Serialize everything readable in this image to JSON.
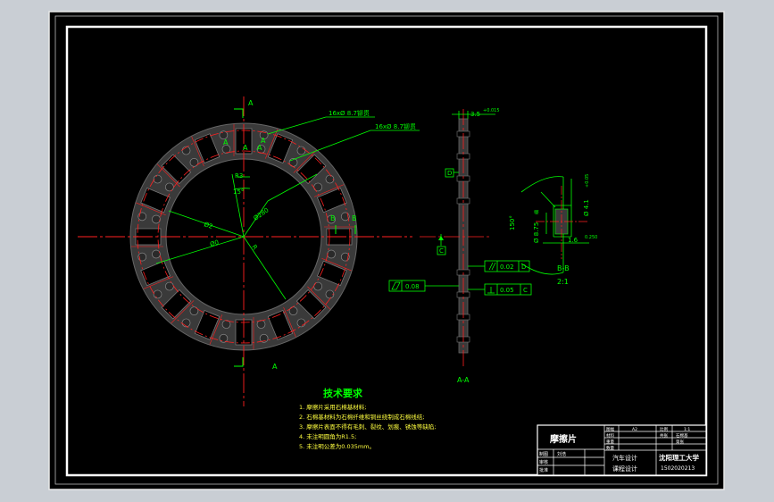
{
  "drawing": {
    "colors": {
      "viewport_bg": "#c9ced4",
      "sheet": "#000000",
      "border": "#ffffff",
      "part_fill": "#3a3a3a",
      "center_line": "#ff2020",
      "dimension": "#00ff00",
      "annotation": "#ffff40"
    },
    "section_marks": {
      "a_top": "A",
      "a_bottom": "A",
      "b_left": "B",
      "b_right": "B"
    },
    "hole_labels": [
      "A",
      "A",
      "A",
      "A"
    ],
    "callouts": {
      "holes_top": "16xØ 8.7铆贯",
      "holes_second": "16xØ 8.7铆贯",
      "dim_r3": "R3",
      "dim_angle": "15°",
      "dim_dia_inner": "Ø280",
      "dim_dia_outer": "Ø2",
      "dim_dia_bolt": "Ø0",
      "dim_r": "R"
    },
    "section_aa": {
      "top_dim": "3.5",
      "top_dim_tol": "+0.015",
      "datum_d": "D",
      "datum_c": "C",
      "parallel_value": "0.02",
      "parallel_ref": "D",
      "perp_value": "0.05",
      "perp_ref": "C",
      "flatness_value": "0.08",
      "label": "A-A"
    },
    "detail_bb": {
      "angle": "150°",
      "dia_top": "Ø 4.1",
      "dia_top_tol": "+0.05",
      "dia_side": "Ø 8.75",
      "dia_side_tol": "细",
      "width": "1.6",
      "width_tol": "0.250",
      "label": "B-B",
      "scale": "2:1"
    },
    "tech_req": {
      "title": "技术要求",
      "items": [
        "1. 摩擦片采用石棉基材料;",
        "2. 石棉基材料为石棉纤维和铜丝绕制成石棉线结;",
        "3. 摩擦片表面不得有毛刺、裂纹、划痕、锈蚀等缺陷;",
        "4. 未注明圆角为R1.5;",
        "5. 未注明公差为0.035mm。"
      ]
    },
    "title_block": {
      "part_name": "摩擦片",
      "fmt_label": "图幅",
      "fmt_value": "A2",
      "ratio_label": "比例",
      "ratio_value": "1:1",
      "material_label": "材料",
      "weight_label": "重量",
      "sheet_label": "共张",
      "qty_label": "数量",
      "qty_value": "石棉基",
      "sheet_value": "第张",
      "row_draw": "制图",
      "row_check": "审核",
      "row_approve": "批准",
      "drawer_name": "刘浩",
      "course1": "汽车设计",
      "course2": "课程设计",
      "school": "沈阳理工大学",
      "number": "1502020213"
    }
  }
}
